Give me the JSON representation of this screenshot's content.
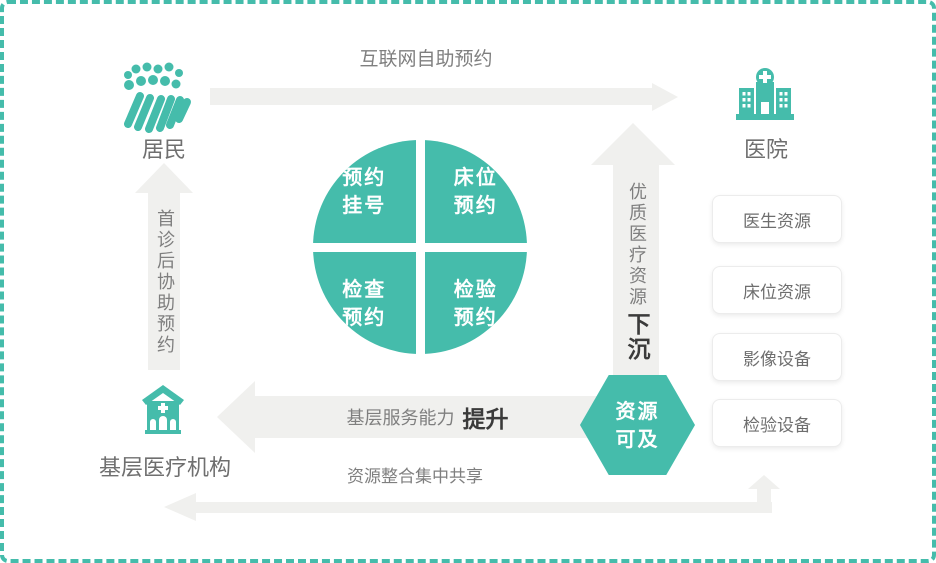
{
  "colors": {
    "accent_teal": "#45BCAB",
    "arrow_gray": "#F0F0EE",
    "label_gray": "#7f7f7f",
    "emphasis_dark": "#3b3b3b",
    "box_text_gray": "#6e6e6e"
  },
  "nodes": {
    "residents": {
      "label": "居民"
    },
    "hospital": {
      "label": "医院"
    },
    "primary_care": {
      "label": "基层医疗机构"
    }
  },
  "arrows": {
    "internet_booking": {
      "label": "互联网自助预约"
    },
    "first_visit_assist": {
      "label": "首诊后协助预约"
    },
    "quality_resources": {
      "label": "优质医疗资源",
      "emphasis": "下沉"
    },
    "service_capacity": {
      "label": "基层服务能力",
      "emphasis": "提升"
    },
    "resource_sharing": {
      "label": "资源整合集中共享"
    }
  },
  "wheel": {
    "segments": [
      "预约\n挂号",
      "床位\n预约",
      "检查\n预约",
      "检验\n预约"
    ]
  },
  "hexagon": {
    "label": "资源\n可及"
  },
  "hospital_resources": [
    "医生资源",
    "床位资源",
    "影像设备",
    "检验设备"
  ]
}
